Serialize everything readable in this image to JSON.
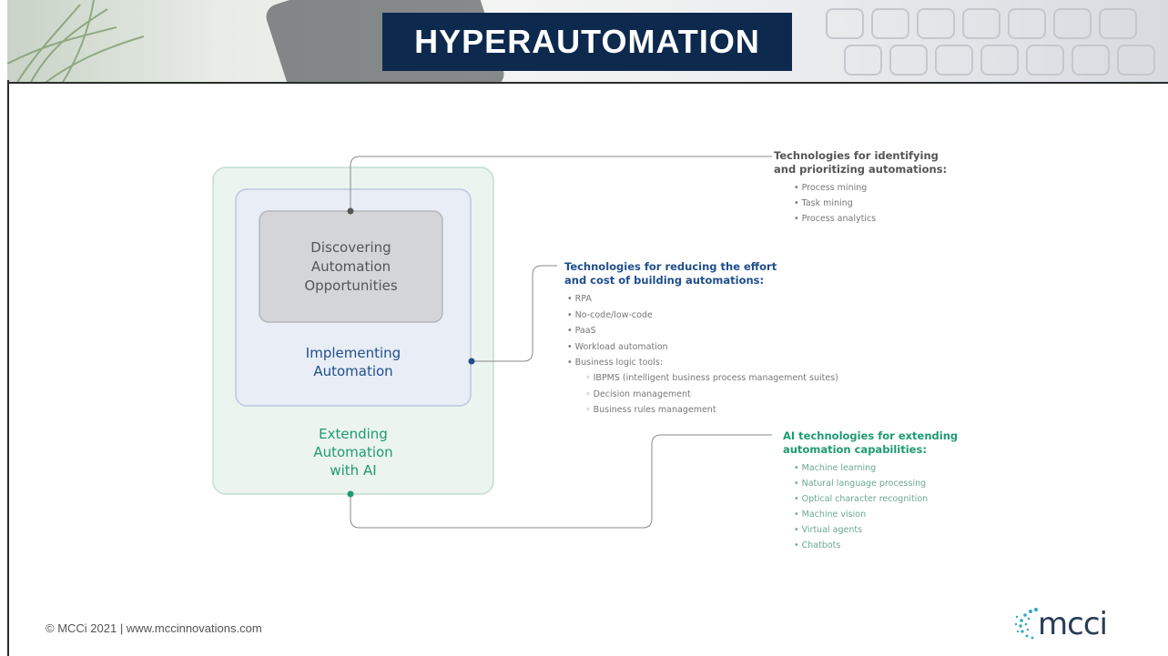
{
  "slide": {
    "title": "HYPERAUTOMATION",
    "footer": "© MCCi 2021 | www.mccinnovations.com",
    "logo": "mcci"
  },
  "diagram": {
    "inner_box": "Discovering Automation Opportunities",
    "inner_lines": [
      "Discovering",
      "Automation",
      "Opportunities"
    ],
    "middle_box_lines": [
      "Implementing",
      "Automation"
    ],
    "outer_box_lines": [
      "Extending",
      "Automation",
      "with AI"
    ],
    "group1": {
      "heading_lines": [
        "Technologies for identifying",
        "and prioritizing automations:"
      ],
      "items": [
        "• Process mining",
        "• Task mining",
        "• Process analytics"
      ]
    },
    "group2": {
      "heading_lines": [
        "Technologies for reducing the effort",
        "and cost of building automations:"
      ],
      "items": [
        "• RPA",
        "• No-code/low-code",
        "• PaaS",
        "• Workload automation",
        "• Business logic tools:"
      ],
      "subitems": [
        "◦ IBPMS (intelligent business process management suites)",
        "◦ Decision management",
        "◦ Business rules management"
      ]
    },
    "group3": {
      "heading_lines": [
        "AI technologies for extending",
        "automation capabilities:"
      ],
      "items": [
        "• Machine learning",
        "• Natural language processing",
        "• Optical character recognition",
        "• Machine vision",
        "• Virtual agents",
        "• Chatbots"
      ]
    },
    "colors": {
      "gray": "#555555",
      "blue": "#1f4e8c",
      "green": "#1e9a72",
      "inner_fill": "#d4d5d8",
      "middle_fill": "#e8edf6",
      "outer_fill": "#ecf4f0"
    }
  }
}
